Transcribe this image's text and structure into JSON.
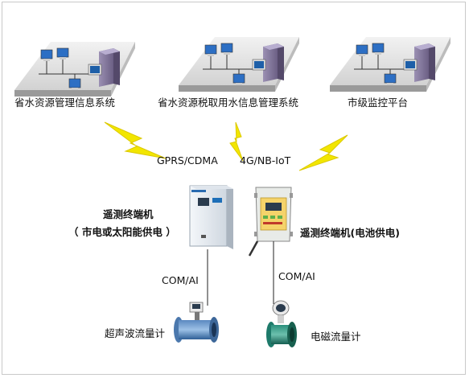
{
  "systems": [
    {
      "label": "省水资源管理信息系统"
    },
    {
      "label": "省水资源税取用水信息管理系统"
    },
    {
      "label": "市级监控平台"
    }
  ],
  "links": {
    "left": "GPRS/CDMA",
    "right": "4G/NB-IoT"
  },
  "terminals": {
    "left": {
      "line1": "遥测终端机",
      "line2": "（ 市电或太阳能供电 ）"
    },
    "right": {
      "label": "遥测终端机(电池供电)"
    }
  },
  "interfaces": {
    "left": "COM/AI",
    "right": "COM/AI"
  },
  "meters": {
    "left": "超声波流量计",
    "right": "电磁流量计"
  },
  "colors": {
    "lightning": "#f2e600",
    "platform_top": "#e6e6e6",
    "platform_side": "#a9a9a9",
    "server": "#8a7fa0",
    "monitor": "#1e5fa8",
    "terminal_box": "#e9eef3",
    "meter_blue": "#2f6fa8",
    "meter_green": "#1e7a6a"
  }
}
